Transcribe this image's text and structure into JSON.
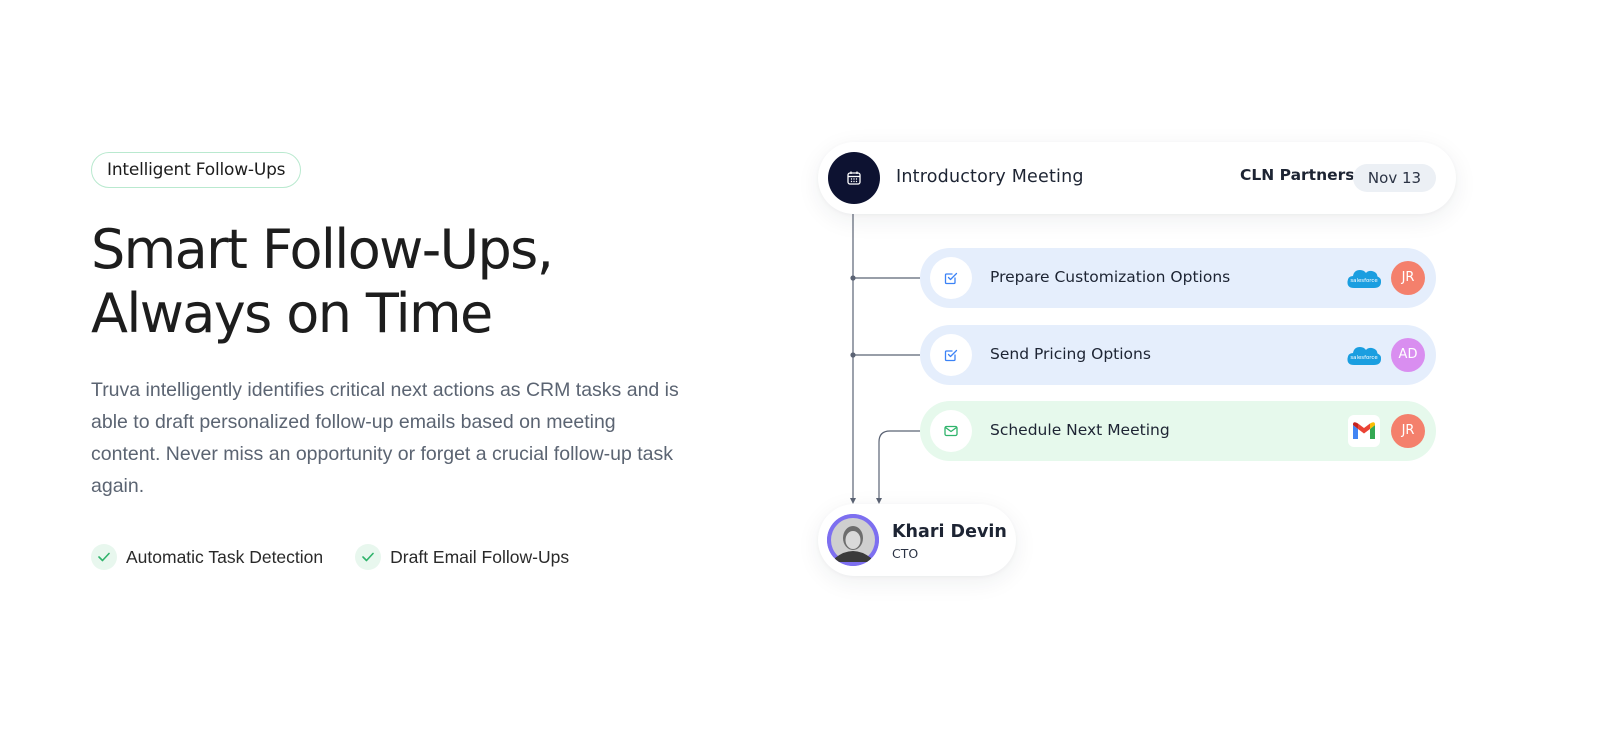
{
  "hero": {
    "pill_label": "Intelligent Follow-Ups",
    "headline_line1": "Smart Follow-Ups,",
    "headline_line2": "Always on Time",
    "description": "Truva intelligently identifies critical next actions as CRM tasks and is able to draft personalized follow-up emails based on meeting content. Never miss an opportunity or forget a crucial follow-up task again.",
    "features": [
      {
        "label": "Automatic Task Detection",
        "icon": "check-icon"
      },
      {
        "label": "Draft Email Follow-Ups",
        "icon": "check-icon"
      }
    ]
  },
  "flow": {
    "meeting": {
      "title": "Introductory Meeting",
      "company": "CLN Partners",
      "date": "Nov 13",
      "icon": "calendar-icon"
    },
    "tasks": [
      {
        "label": "Prepare Customization Options",
        "icon": "task-check-icon",
        "integration": "salesforce-logo",
        "integration_text": "salesforce",
        "assignee": "JR",
        "assignee_color": "#f4806c",
        "style": "blue"
      },
      {
        "label": "Send Pricing Options",
        "icon": "task-check-icon",
        "integration": "salesforce-logo",
        "integration_text": "salesforce",
        "assignee": "AD",
        "assignee_color": "#d98ef0",
        "style": "blue"
      },
      {
        "label": "Schedule Next Meeting",
        "icon": "mail-icon",
        "integration": "gmail-logo",
        "assignee": "JR",
        "assignee_color": "#f4806c",
        "style": "green"
      }
    ],
    "person": {
      "name": "Khari Devin",
      "role": "CTO"
    }
  },
  "colors": {
    "accent_green": "#2fb36b",
    "navy": "#0d1231",
    "task_blue_bg": "#e5eefc",
    "task_green_bg": "#e6f9ec",
    "salesforce_blue": "#1a9ee0"
  }
}
